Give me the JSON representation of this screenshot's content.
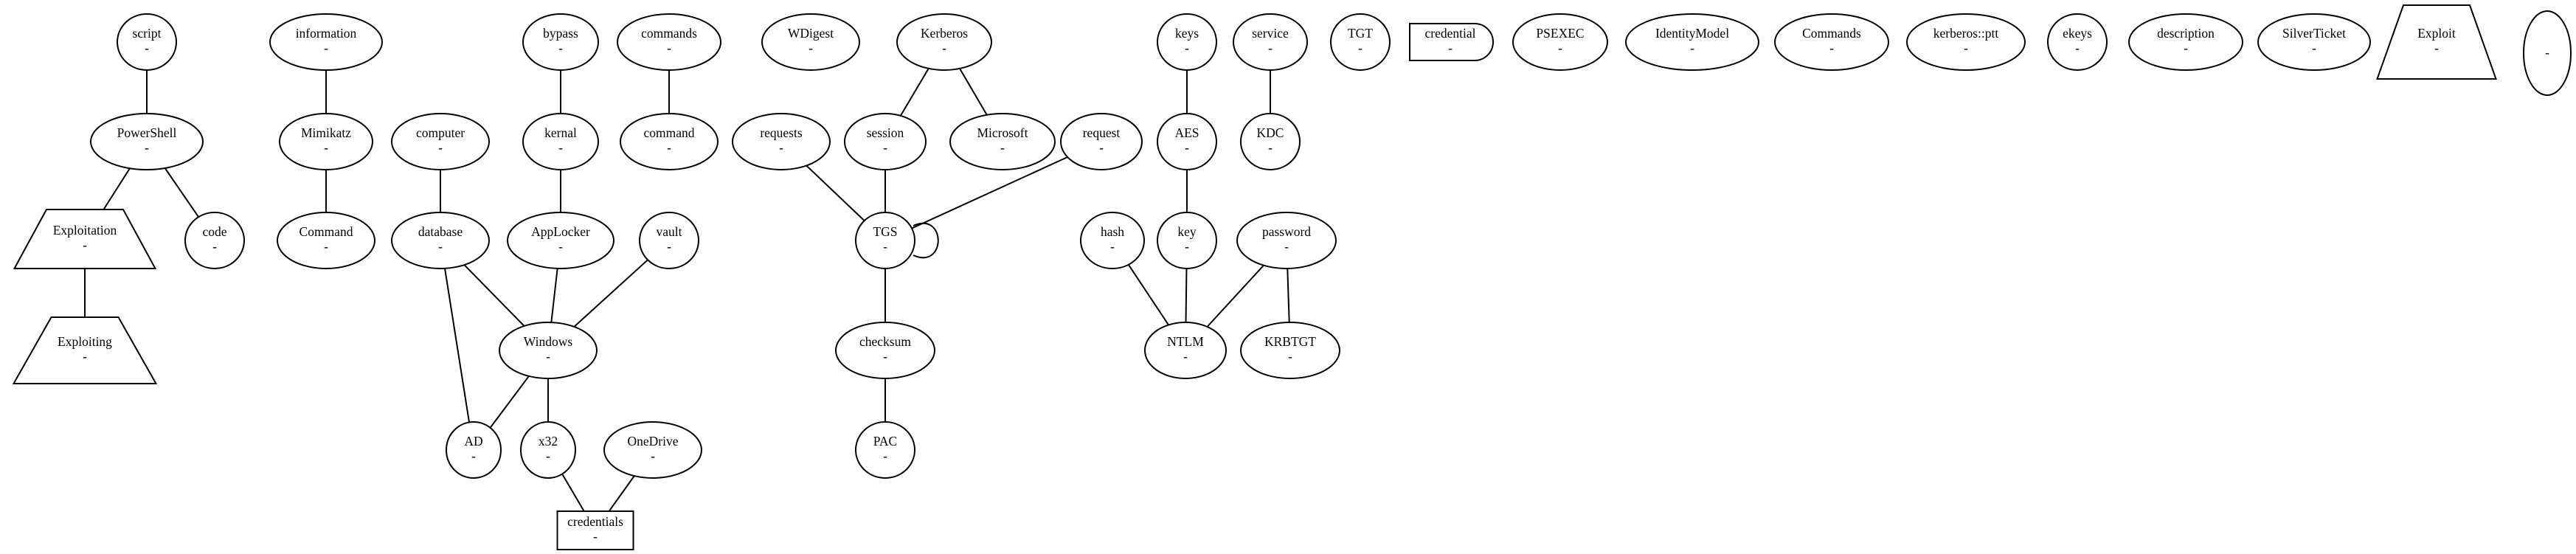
{
  "graph": {
    "colors": {
      "stroke": "#000000",
      "background": "#ffffff"
    },
    "nodes": [
      {
        "id": "script",
        "label": "script",
        "sub": "-",
        "shape": "ellipse"
      },
      {
        "id": "powershell",
        "label": "PowerShell",
        "sub": "-",
        "shape": "ellipse"
      },
      {
        "id": "exploitation",
        "label": "Exploitation",
        "sub": "-",
        "shape": "trapezium"
      },
      {
        "id": "code",
        "label": "code",
        "sub": "-",
        "shape": "ellipse"
      },
      {
        "id": "exploiting",
        "label": "Exploiting",
        "sub": "-",
        "shape": "trapezium"
      },
      {
        "id": "information",
        "label": "information",
        "sub": "-",
        "shape": "ellipse"
      },
      {
        "id": "mimikatz",
        "label": "Mimikatz",
        "sub": "-",
        "shape": "ellipse"
      },
      {
        "id": "command_cap",
        "label": "Command",
        "sub": "-",
        "shape": "ellipse"
      },
      {
        "id": "computer",
        "label": "computer",
        "sub": "-",
        "shape": "ellipse"
      },
      {
        "id": "database",
        "label": "database",
        "sub": "-",
        "shape": "ellipse"
      },
      {
        "id": "bypass",
        "label": "bypass",
        "sub": "-",
        "shape": "ellipse"
      },
      {
        "id": "kernel",
        "label": "kernal",
        "sub": "-",
        "shape": "ellipse"
      },
      {
        "id": "applocker",
        "label": "AppLocker",
        "sub": "-",
        "shape": "ellipse"
      },
      {
        "id": "vault",
        "label": "vault",
        "sub": "-",
        "shape": "ellipse"
      },
      {
        "id": "commands",
        "label": "commands",
        "sub": "-",
        "shape": "ellipse"
      },
      {
        "id": "command",
        "label": "command",
        "sub": "-",
        "shape": "ellipse"
      },
      {
        "id": "windows",
        "label": "Windows",
        "sub": "-",
        "shape": "ellipse"
      },
      {
        "id": "ad",
        "label": "AD",
        "sub": "-",
        "shape": "ellipse"
      },
      {
        "id": "x32",
        "label": "x32",
        "sub": "-",
        "shape": "ellipse"
      },
      {
        "id": "onedrive",
        "label": "OneDrive",
        "sub": "-",
        "shape": "ellipse"
      },
      {
        "id": "credentials",
        "label": "credentials",
        "sub": "-",
        "shape": "box"
      },
      {
        "id": "wdigest",
        "label": "WDigest",
        "sub": "-",
        "shape": "ellipse"
      },
      {
        "id": "kerberos",
        "label": "Kerberos",
        "sub": "-",
        "shape": "ellipse"
      },
      {
        "id": "requests",
        "label": "requests",
        "sub": "-",
        "shape": "ellipse"
      },
      {
        "id": "session",
        "label": "session",
        "sub": "-",
        "shape": "ellipse"
      },
      {
        "id": "microsoft",
        "label": "Microsoft",
        "sub": "-",
        "shape": "ellipse"
      },
      {
        "id": "request",
        "label": "request",
        "sub": "-",
        "shape": "ellipse"
      },
      {
        "id": "tgs",
        "label": "TGS",
        "sub": "-",
        "shape": "ellipse"
      },
      {
        "id": "checksum",
        "label": "checksum",
        "sub": "-",
        "shape": "ellipse"
      },
      {
        "id": "pac",
        "label": "PAC",
        "sub": "-",
        "shape": "ellipse"
      },
      {
        "id": "keys",
        "label": "keys",
        "sub": "-",
        "shape": "ellipse"
      },
      {
        "id": "aes",
        "label": "AES",
        "sub": "-",
        "shape": "ellipse"
      },
      {
        "id": "hash",
        "label": "hash",
        "sub": "-",
        "shape": "ellipse"
      },
      {
        "id": "key",
        "label": "key",
        "sub": "-",
        "shape": "ellipse"
      },
      {
        "id": "ntlm",
        "label": "NTLM",
        "sub": "-",
        "shape": "ellipse"
      },
      {
        "id": "service",
        "label": "service",
        "sub": "-",
        "shape": "ellipse"
      },
      {
        "id": "kdc",
        "label": "KDC",
        "sub": "-",
        "shape": "ellipse"
      },
      {
        "id": "password",
        "label": "password",
        "sub": "-",
        "shape": "ellipse"
      },
      {
        "id": "krbtgt",
        "label": "KRBTGT",
        "sub": "-",
        "shape": "ellipse"
      },
      {
        "id": "tgt",
        "label": "TGT",
        "sub": "-",
        "shape": "ellipse"
      },
      {
        "id": "credential",
        "label": "credential",
        "sub": "-",
        "shape": "delay"
      },
      {
        "id": "psexec",
        "label": "PSEXEC",
        "sub": "-",
        "shape": "ellipse"
      },
      {
        "id": "identitymodel",
        "label": "IdentityModel",
        "sub": "-",
        "shape": "ellipse"
      },
      {
        "id": "commands_cap",
        "label": "Commands",
        "sub": "-",
        "shape": "ellipse"
      },
      {
        "id": "kerberos_ptt",
        "label": "kerberos::ptt",
        "sub": "-",
        "shape": "ellipse"
      },
      {
        "id": "ekeys",
        "label": "ekeys",
        "sub": "-",
        "shape": "ellipse"
      },
      {
        "id": "description",
        "label": "description",
        "sub": "-",
        "shape": "ellipse"
      },
      {
        "id": "silverticket",
        "label": "SilverTicket",
        "sub": "-",
        "shape": "ellipse"
      },
      {
        "id": "exploit",
        "label": "Exploit",
        "sub": "-",
        "shape": "trapezium"
      },
      {
        "id": "empty",
        "label": "",
        "sub": "-",
        "shape": "ellipse"
      }
    ],
    "edges": [
      {
        "from": "script",
        "to": "powershell"
      },
      {
        "from": "powershell",
        "to": "exploitation"
      },
      {
        "from": "powershell",
        "to": "code"
      },
      {
        "from": "exploitation",
        "to": "exploiting"
      },
      {
        "from": "information",
        "to": "mimikatz"
      },
      {
        "from": "mimikatz",
        "to": "command_cap"
      },
      {
        "from": "computer",
        "to": "database"
      },
      {
        "from": "database",
        "to": "windows"
      },
      {
        "from": "database",
        "to": "ad"
      },
      {
        "from": "bypass",
        "to": "kernel"
      },
      {
        "from": "kernel",
        "to": "applocker"
      },
      {
        "from": "applocker",
        "to": "windows"
      },
      {
        "from": "vault",
        "to": "windows"
      },
      {
        "from": "commands",
        "to": "command"
      },
      {
        "from": "windows",
        "to": "ad"
      },
      {
        "from": "windows",
        "to": "x32"
      },
      {
        "from": "x32",
        "to": "credentials"
      },
      {
        "from": "onedrive",
        "to": "credentials"
      },
      {
        "from": "kerberos",
        "to": "session"
      },
      {
        "from": "kerberos",
        "to": "microsoft"
      },
      {
        "from": "requests",
        "to": "tgs"
      },
      {
        "from": "session",
        "to": "tgs"
      },
      {
        "from": "request",
        "to": "tgs"
      },
      {
        "from": "tgs",
        "to": "tgs"
      },
      {
        "from": "tgs",
        "to": "checksum"
      },
      {
        "from": "checksum",
        "to": "pac"
      },
      {
        "from": "keys",
        "to": "aes"
      },
      {
        "from": "aes",
        "to": "key"
      },
      {
        "from": "hash",
        "to": "ntlm"
      },
      {
        "from": "key",
        "to": "ntlm"
      },
      {
        "from": "password",
        "to": "ntlm"
      },
      {
        "from": "password",
        "to": "krbtgt"
      },
      {
        "from": "service",
        "to": "kdc"
      }
    ]
  }
}
